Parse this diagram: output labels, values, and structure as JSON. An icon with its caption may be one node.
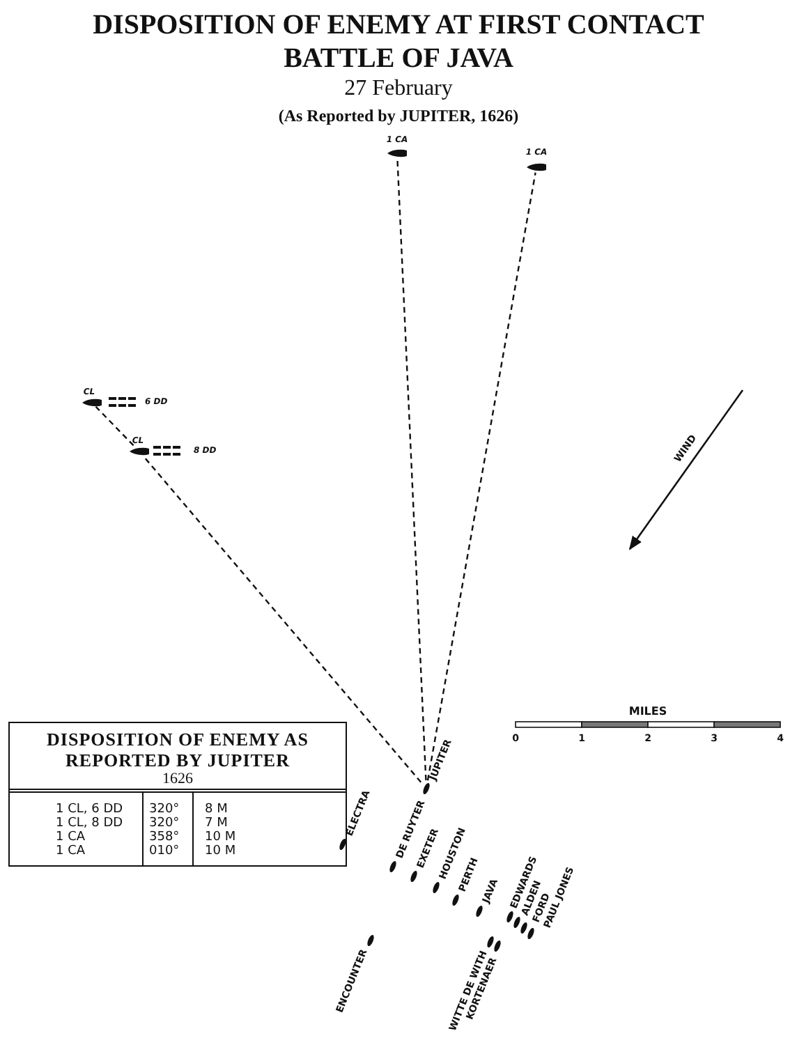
{
  "diagram": {
    "title": "DISPOSITION OF ENEMY AT FIRST CONTACT BATTLE OF JAVA",
    "nodes": [
      {
        "text": [
          "1 CA"
        ]
      },
      {
        "text": [
          "1 CA"
        ]
      },
      {
        "text": [
          "CL",
          "6 DD"
        ]
      },
      {
        "text": [
          "CL",
          "8 DD"
        ]
      },
      {
        "text": [
          "JUPITER"
        ]
      },
      {
        "text": [
          "ELECTRA"
        ]
      },
      {
        "text": [
          "DE RUYTER"
        ]
      },
      {
        "text": [
          "EXETER"
        ]
      },
      {
        "text": [
          "HOUSTON"
        ]
      },
      {
        "text": [
          "PERTH"
        ]
      },
      {
        "text": [
          "JAVA"
        ]
      },
      {
        "text": [
          "EDWARDS"
        ]
      },
      {
        "text": [
          "ALDEN"
        ]
      },
      {
        "text": [
          "FORD"
        ]
      },
      {
        "text": [
          "PAUL JONES"
        ]
      },
      {
        "text": [
          "ENCOUNTER"
        ]
      },
      {
        "text": [
          "WITTE DE WITH"
        ]
      },
      {
        "text": [
          "KORTENAER"
        ]
      }
    ],
    "edges": [
      {
        "from": 4,
        "to": 0,
        "arrow": "none",
        "style": "dashed"
      },
      {
        "from": 4,
        "to": 1,
        "arrow": "none",
        "style": "dashed"
      },
      {
        "from": 4,
        "to": 3,
        "arrow": "none",
        "style": "dashed"
      },
      {
        "from": 3,
        "to": 2,
        "arrow": "none",
        "style": "dashed"
      }
    ],
    "labels": [
      "27 February",
      "(As Reported by JUPITER, 1626)",
      "WIND",
      "MILES",
      "0",
      "1",
      "2",
      "3",
      "4",
      "DISPOSITION OF ENEMY AS REPORTED BY JUPITER",
      "1626",
      "1 CL, 6 DD",
      "320°",
      "8 M",
      "1 CL, 8 DD",
      "320°",
      "7 M",
      "1 CA",
      "358°",
      "10 M",
      "1 CA",
      "010°",
      "10 M"
    ]
  }
}
